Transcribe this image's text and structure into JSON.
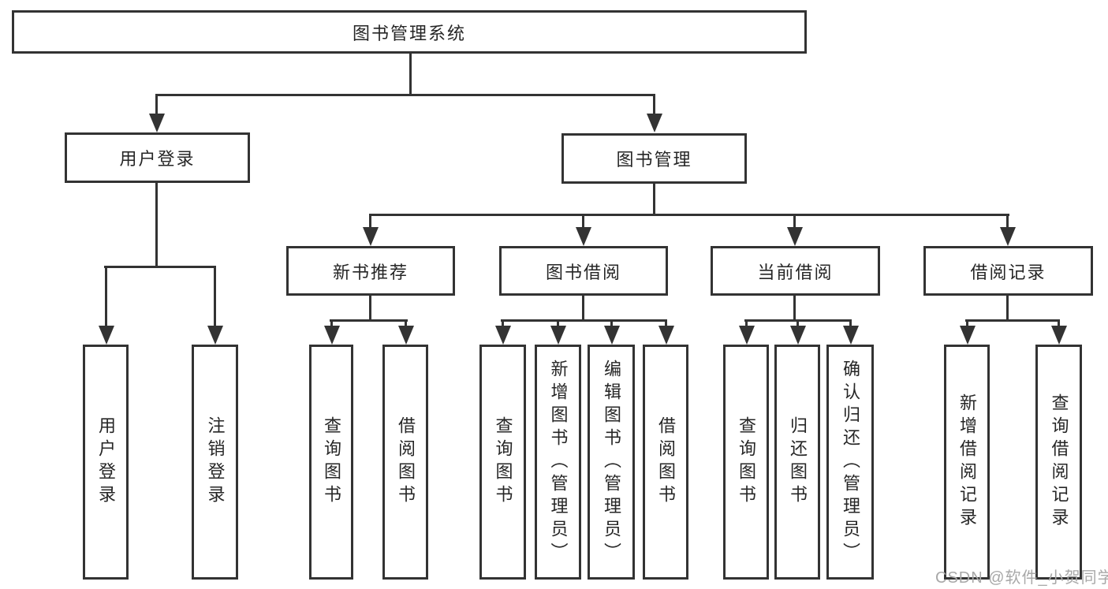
{
  "root": {
    "label": "图书管理系统"
  },
  "level2": {
    "user_login": {
      "label": "用户登录"
    },
    "book_management": {
      "label": "图书管理"
    }
  },
  "level3": {
    "new_book_recommend": {
      "label": "新书推荐"
    },
    "book_borrowing": {
      "label": "图书借阅"
    },
    "current_borrowing": {
      "label": "当前借阅"
    },
    "borrowing_records": {
      "label": "借阅记录"
    }
  },
  "leaves": {
    "user_login": [
      "用户登录",
      "注销登录"
    ],
    "new_book_recommend": [
      "查询图书",
      "借阅图书"
    ],
    "book_borrowing": [
      "查询图书",
      "新增图书（管理员）",
      "编辑图书（管理员）",
      "借阅图书"
    ],
    "current_borrowing": [
      "查询图书",
      "归还图书",
      "确认归还（管理员）"
    ],
    "borrowing_records": [
      "新增借阅记录",
      "查询借阅记录"
    ]
  },
  "watermark": {
    "text": "CSDN @软件_小贺同学"
  },
  "colors": {
    "line": "#333333",
    "text": "#262626",
    "watermark": "#a8a8a8",
    "background": "#ffffff"
  }
}
